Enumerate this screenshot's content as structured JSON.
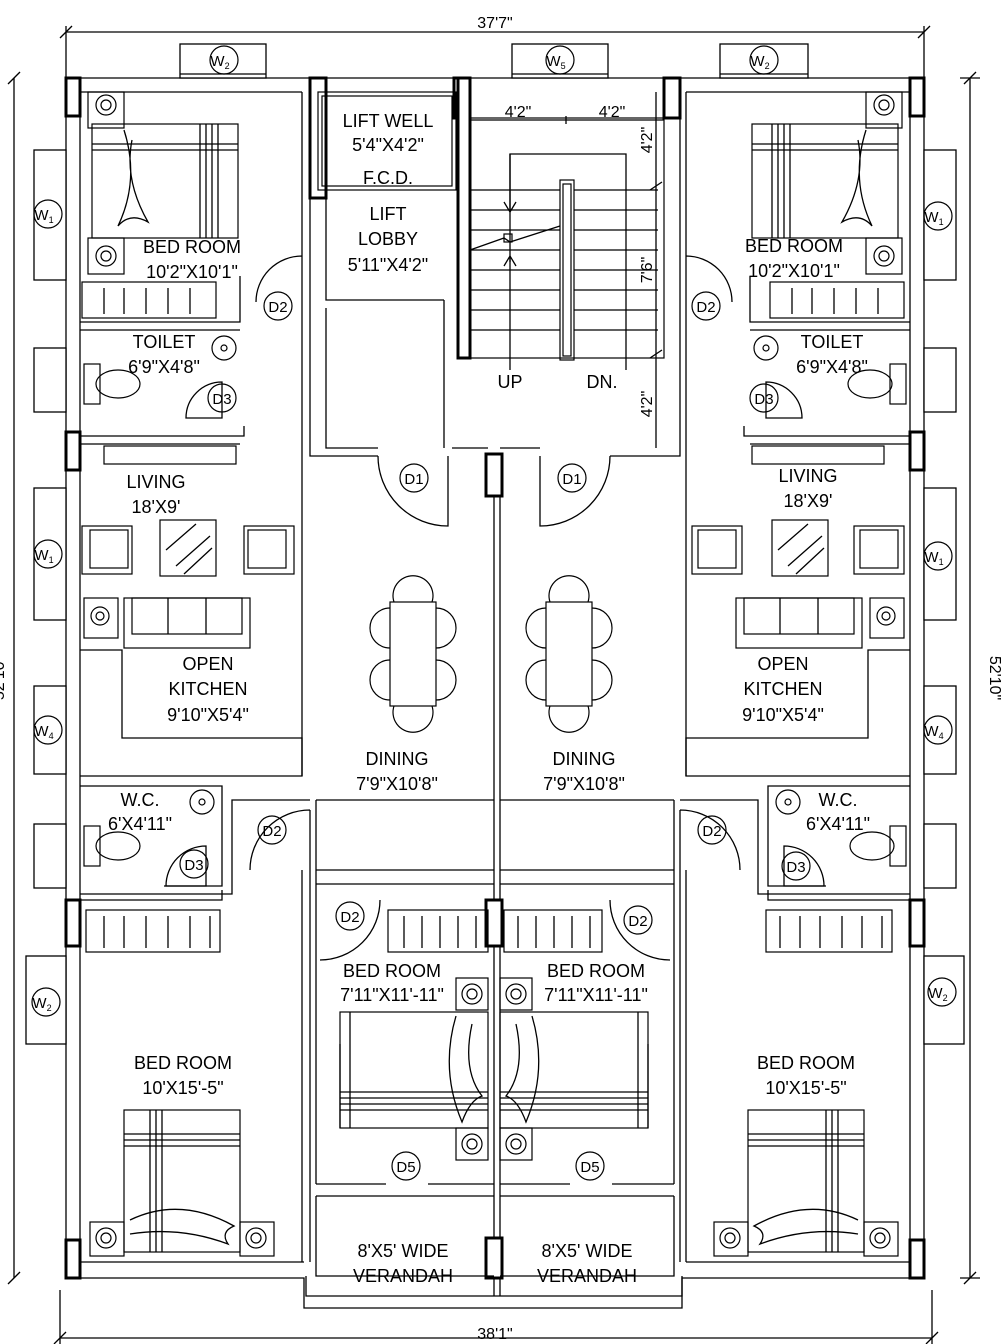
{
  "dimensions": {
    "top_width": "37'7\"",
    "bottom_width": "38'1\"",
    "right_height": "52'10\"",
    "left_height": "52'10\"",
    "stair_w1": "4'2\"",
    "stair_w2": "4'2\"",
    "stair_top": "4'2\"",
    "stair_mid": "7'6\"",
    "stair_bot": "4'2\""
  },
  "rooms": {
    "lift_well": {
      "name": "LIFT WELL",
      "size": "5'4\"X4'2\""
    },
    "fcd": "F.C.D.",
    "lift_lobby": {
      "name1": "LIFT",
      "name2": "LOBBY",
      "size": "5'11\"X4'2\""
    },
    "stair_up": "UP",
    "stair_dn": "DN.",
    "bed_tl": {
      "name": "BED ROOM",
      "size": "10'2\"X10'1\""
    },
    "bed_tr": {
      "name": "BED ROOM",
      "size": "10'2\"X10'1\""
    },
    "toilet_l": {
      "name": "TOILET",
      "size": "6'9\"X4'8\""
    },
    "toilet_r": {
      "name": "TOILET",
      "size": "6'9\"X4'8\""
    },
    "living_l": {
      "name": "LIVING",
      "size": "18'X9'"
    },
    "living_r": {
      "name": "LIVING",
      "size": "18'X9'"
    },
    "kitchen_l": {
      "name1": "OPEN",
      "name2": "KITCHEN",
      "size": "9'10\"X5'4\""
    },
    "kitchen_r": {
      "name1": "OPEN",
      "name2": "KITCHEN",
      "size": "9'10\"X5'4\""
    },
    "dining_l": {
      "name": "DINING",
      "size": "7'9\"X10'8\""
    },
    "dining_r": {
      "name": "DINING",
      "size": "7'9\"X10'8\""
    },
    "wc_l": {
      "name": "W.C.",
      "size": "6'X4'11\""
    },
    "wc_r": {
      "name": "W.C.",
      "size": "6'X4'11\""
    },
    "bed_cl": {
      "name": "BED ROOM",
      "size": "7'11\"X11'-11\""
    },
    "bed_cr": {
      "name": "BED ROOM",
      "size": "7'11\"X11'-11\""
    },
    "bed_bl": {
      "name": "BED ROOM",
      "size": "10'X15'-5\""
    },
    "bed_br": {
      "name": "BED ROOM",
      "size": "10'X15'-5\""
    },
    "ver_l": {
      "name1": "8'X5' WIDE",
      "name2": "VERANDAH"
    },
    "ver_r": {
      "name1": "8'X5' WIDE",
      "name2": "VERANDAH"
    }
  },
  "tags": {
    "d1": "D1",
    "d2": "D2",
    "d3": "D3",
    "d5": "D5",
    "w": "W",
    "sub1": "1",
    "sub2": "2",
    "sub4": "4",
    "sub5": "5"
  }
}
